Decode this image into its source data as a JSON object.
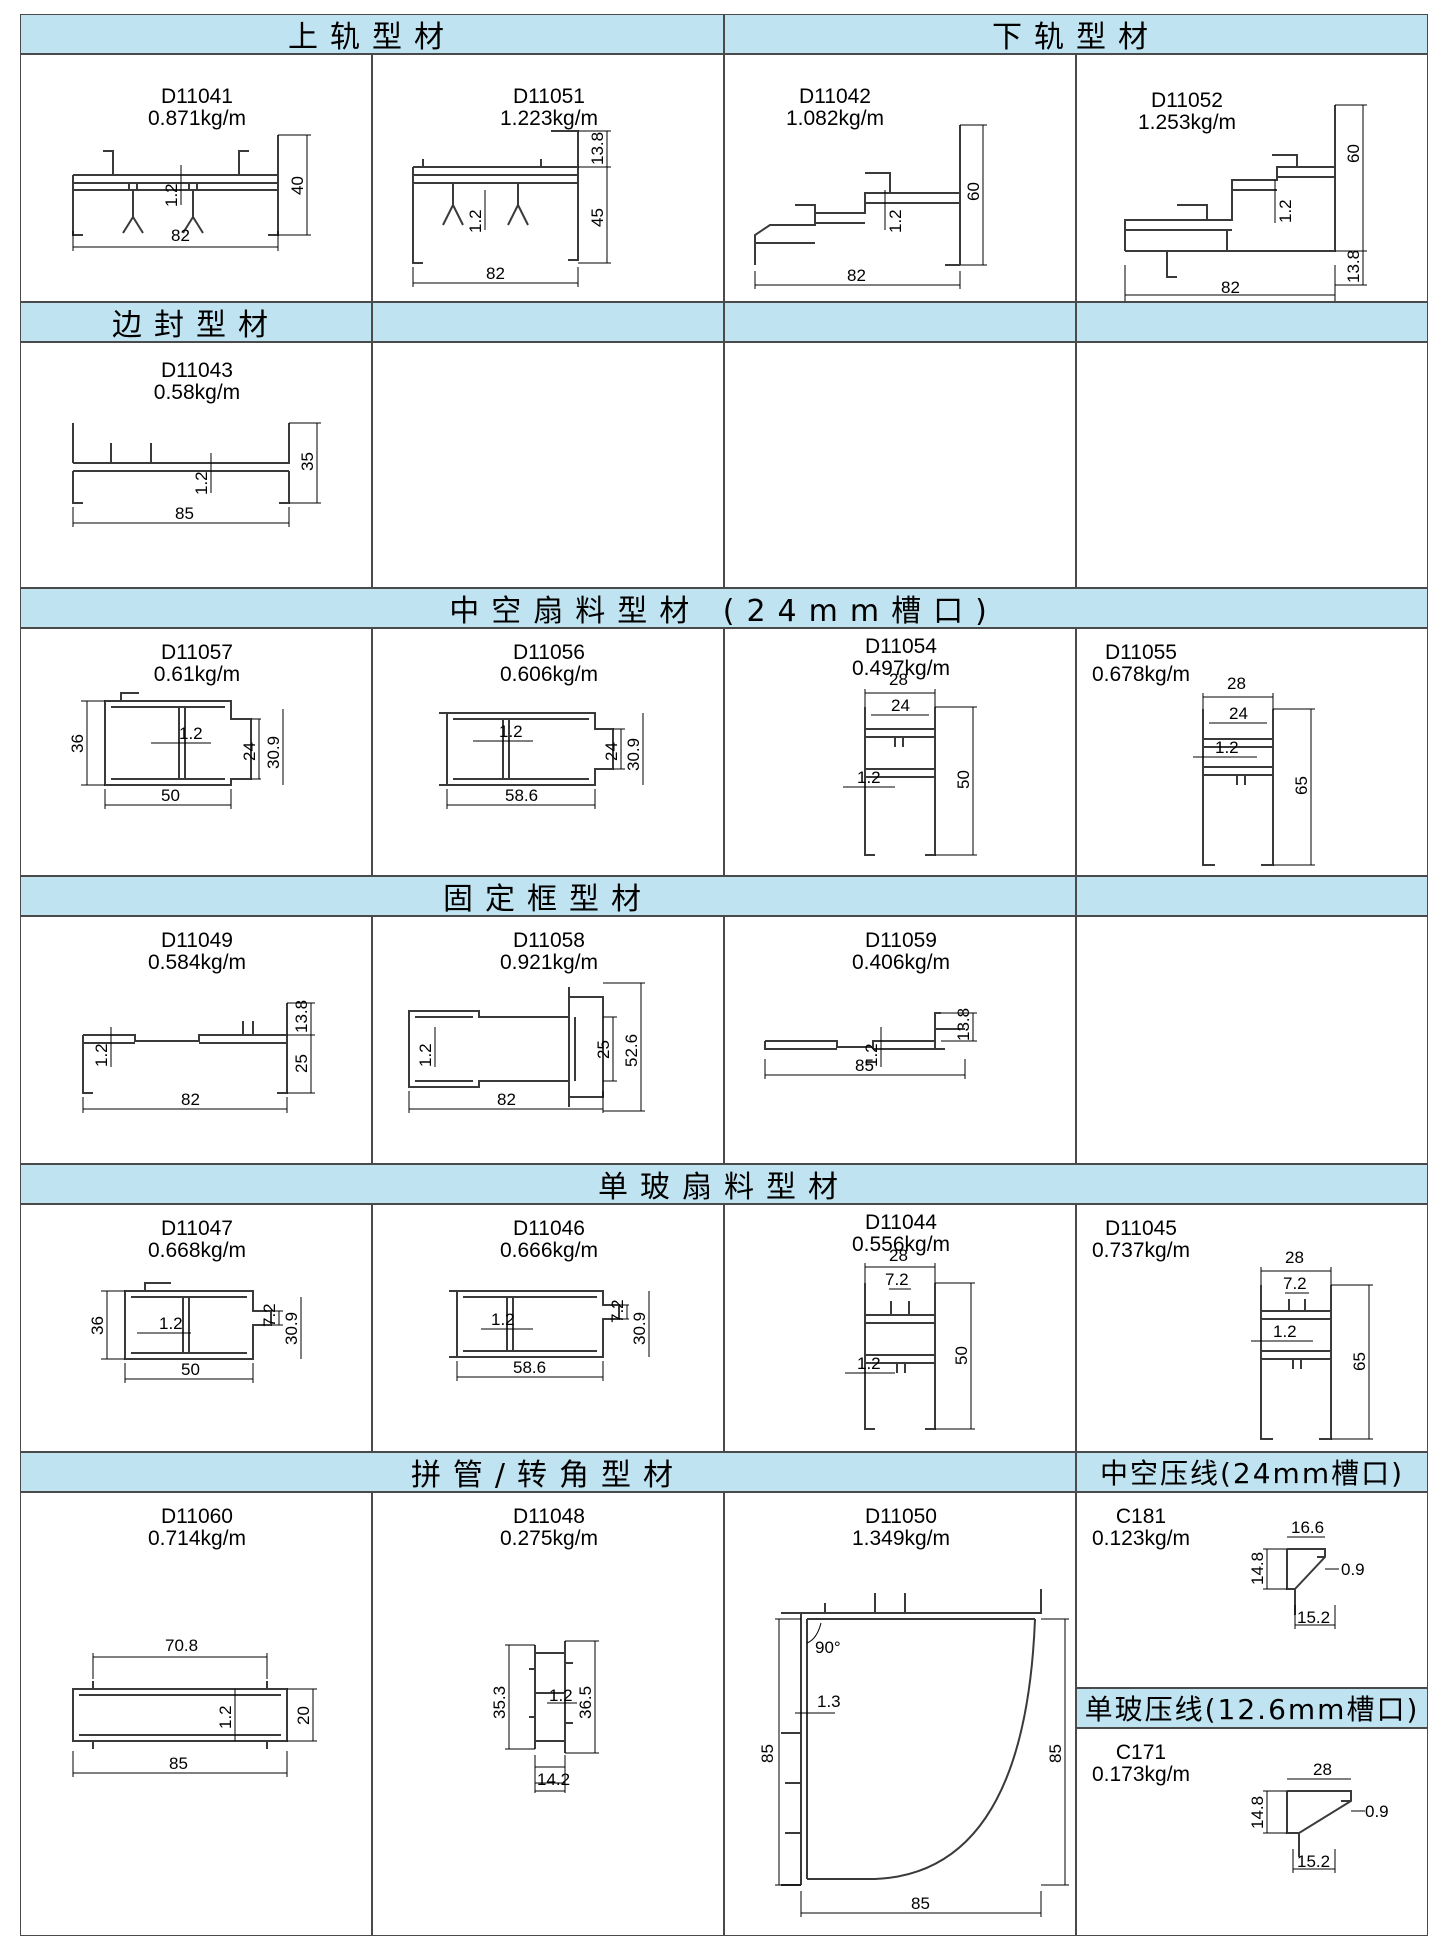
{
  "headers": {
    "top_rail": "上轨型材",
    "bottom_rail": "下轨型材",
    "edge_seal": "边封型材",
    "hollow_sash": "中空扇料型材 (24mm槽口)",
    "fixed_frame": "固定框型材",
    "single_glass_sash": "单玻扇料型材",
    "joint_corner": "拼管/转角型材",
    "hollow_bead": "中空压线(24mm槽口)",
    "single_bead": "单玻压线(12.6mm槽口)"
  },
  "profiles": {
    "D11041": {
      "code": "D11041",
      "weight": "0.871kg/m",
      "w": "82",
      "h": "40",
      "t": "1.2"
    },
    "D11051": {
      "code": "D11051",
      "weight": "1.223kg/m",
      "w": "82",
      "h": "45",
      "h2": "13.8",
      "t": "1.2"
    },
    "D11042": {
      "code": "D11042",
      "weight": "1.082kg/m",
      "w": "82",
      "h": "60",
      "t": "1.2"
    },
    "D11052": {
      "code": "D11052",
      "weight": "1.253kg/m",
      "w": "82",
      "h": "60",
      "h2": "13.8",
      "t": "1.2"
    },
    "D11043": {
      "code": "D11043",
      "weight": "0.58kg/m",
      "w": "85",
      "h": "35",
      "t": "1.2"
    },
    "D11057": {
      "code": "D11057",
      "weight": "0.61kg/m",
      "w": "50",
      "h": "36",
      "h2": "24",
      "h3": "30.9",
      "t": "1.2"
    },
    "D11056": {
      "code": "D11056",
      "weight": "0.606kg/m",
      "w": "58.6",
      "h": "24",
      "h2": "30.9",
      "t": "1.2"
    },
    "D11054": {
      "code": "D11054",
      "weight": "0.497kg/m",
      "w": "28",
      "w2": "24",
      "h": "50",
      "t": "1.2"
    },
    "D11055": {
      "code": "D11055",
      "weight": "0.678kg/m",
      "w": "28",
      "w2": "24",
      "h": "65",
      "t": "1.2"
    },
    "D11049": {
      "code": "D11049",
      "weight": "0.584kg/m",
      "w": "82",
      "h": "25",
      "h2": "13.8",
      "t": "1.2"
    },
    "D11058": {
      "code": "D11058",
      "weight": "0.921kg/m",
      "w": "82",
      "h": "25",
      "h2": "52.6",
      "t": "1.2"
    },
    "D11059": {
      "code": "D11059",
      "weight": "0.406kg/m",
      "w": "85",
      "h": "13.8",
      "t": "1.2"
    },
    "D11047": {
      "code": "D11047",
      "weight": "0.668kg/m",
      "w": "50",
      "h": "36",
      "h2": "7.2",
      "h3": "30.9",
      "t": "1.2"
    },
    "D11046": {
      "code": "D11046",
      "weight": "0.666kg/m",
      "w": "58.6",
      "h": "7.2",
      "h2": "30.9",
      "t": "1.2"
    },
    "D11044": {
      "code": "D11044",
      "weight": "0.556kg/m",
      "w": "28",
      "w2": "7.2",
      "h": "50",
      "t": "1.2"
    },
    "D11045": {
      "code": "D11045",
      "weight": "0.737kg/m",
      "w": "28",
      "w2": "7.2",
      "h": "65",
      "t": "1.2"
    },
    "D11060": {
      "code": "D11060",
      "weight": "0.714kg/m",
      "w": "85",
      "w2": "70.8",
      "h": "20",
      "t": "1.2"
    },
    "D11048": {
      "code": "D11048",
      "weight": "0.275kg/m",
      "w": "14.2",
      "h": "35.3",
      "h2": "36.5",
      "t": "1.2"
    },
    "D11050": {
      "code": "D11050",
      "weight": "1.349kg/m",
      "w": "85",
      "h": "85",
      "h2": "85",
      "t": "1.3",
      "angle": "90°"
    },
    "C181": {
      "code": "C181",
      "weight": "0.123kg/m",
      "w": "16.6",
      "w2": "15.2",
      "h": "14.8",
      "t": "0.9"
    },
    "C171": {
      "code": "C171",
      "weight": "0.173kg/m",
      "w": "28",
      "w2": "15.2",
      "h": "14.8",
      "t": "0.9"
    }
  },
  "colors": {
    "header_bg": "#bfe3f0",
    "border": "#4a4a4a",
    "profile_stroke": "#3a3a3a"
  }
}
